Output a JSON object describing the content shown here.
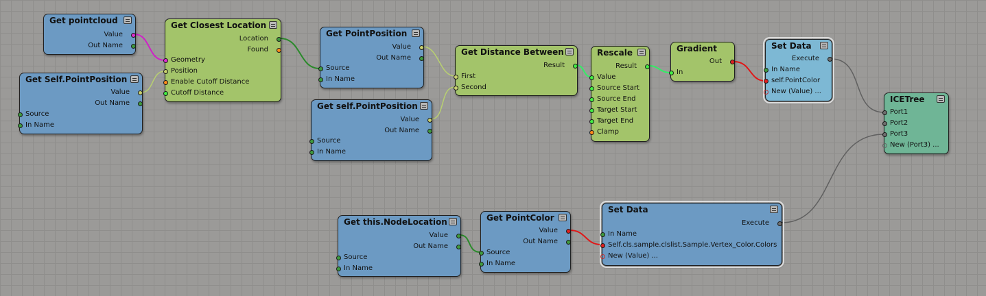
{
  "nodes": {
    "get_pointcloud": {
      "title": "Get pointcloud",
      "outputs": [
        "Value",
        "Out Name"
      ]
    },
    "get_self_pointposition": {
      "title": "Get Self.PointPosition",
      "outputs": [
        "Value",
        "Out Name"
      ],
      "inputs": [
        "Source",
        "In Name"
      ]
    },
    "get_closest_location": {
      "title": "Get Closest Location",
      "outputs": [
        "Location",
        "Found"
      ],
      "inputs": [
        "Geometry",
        "Position",
        "Enable Cutoff Distance",
        "Cutoff Distance"
      ]
    },
    "get_pointposition": {
      "title": "Get PointPosition",
      "outputs": [
        "Value",
        "Out Name"
      ],
      "inputs": [
        "Source",
        "In Name"
      ]
    },
    "get_self_pointposition_2": {
      "title": "Get self.PointPosition",
      "outputs": [
        "Value",
        "Out Name"
      ],
      "inputs": [
        "Source",
        "In Name"
      ]
    },
    "get_distance_between": {
      "title": "Get Distance Between",
      "outputs": [
        "Result"
      ],
      "inputs": [
        "First",
        "Second"
      ]
    },
    "rescale": {
      "title": "Rescale",
      "outputs": [
        "Result"
      ],
      "inputs": [
        "Value",
        "Source Start",
        "Source End",
        "Target Start",
        "Target End",
        "Clamp"
      ]
    },
    "gradient": {
      "title": "Gradient",
      "outputs": [
        "Out"
      ],
      "inputs": [
        "In"
      ]
    },
    "set_data_1": {
      "title": "Set Data",
      "outputs": [
        "Execute"
      ],
      "inputs": [
        "In Name",
        "self.PointColor",
        "New (Value) ..."
      ]
    },
    "icetree": {
      "title": "ICETree",
      "inputs": [
        "Port1",
        "Port2",
        "Port3",
        "New (Port3) ..."
      ]
    },
    "get_this_nodelocation": {
      "title": "Get this.NodeLocation",
      "outputs": [
        "Value",
        "Out Name"
      ],
      "inputs": [
        "Source",
        "In Name"
      ]
    },
    "get_pointcolor": {
      "title": "Get PointColor",
      "outputs": [
        "Value",
        "Out Name"
      ],
      "inputs": [
        "Source",
        "In Name"
      ]
    },
    "set_data_2": {
      "title": "Set Data",
      "outputs": [
        "Execute"
      ],
      "inputs": [
        "In Name",
        "Self.cls.sample.clslist.Sample.Vertex_Color.Colors",
        "New (Value) ..."
      ]
    }
  },
  "colors": {
    "graph_background": "#9b9a98",
    "data_node": "#6c9ac3",
    "compute_node": "#a3c46a",
    "setdata_node": "#7db8d4",
    "icetree_node": "#6fb596",
    "wire_position": "#b8d070",
    "wire_geometry": "#d020c8",
    "wire_scalar": "#33ee66",
    "wire_color": "#e01818",
    "wire_execute": "#606060"
  },
  "icons": {
    "node_menu": "node-menu-icon"
  }
}
